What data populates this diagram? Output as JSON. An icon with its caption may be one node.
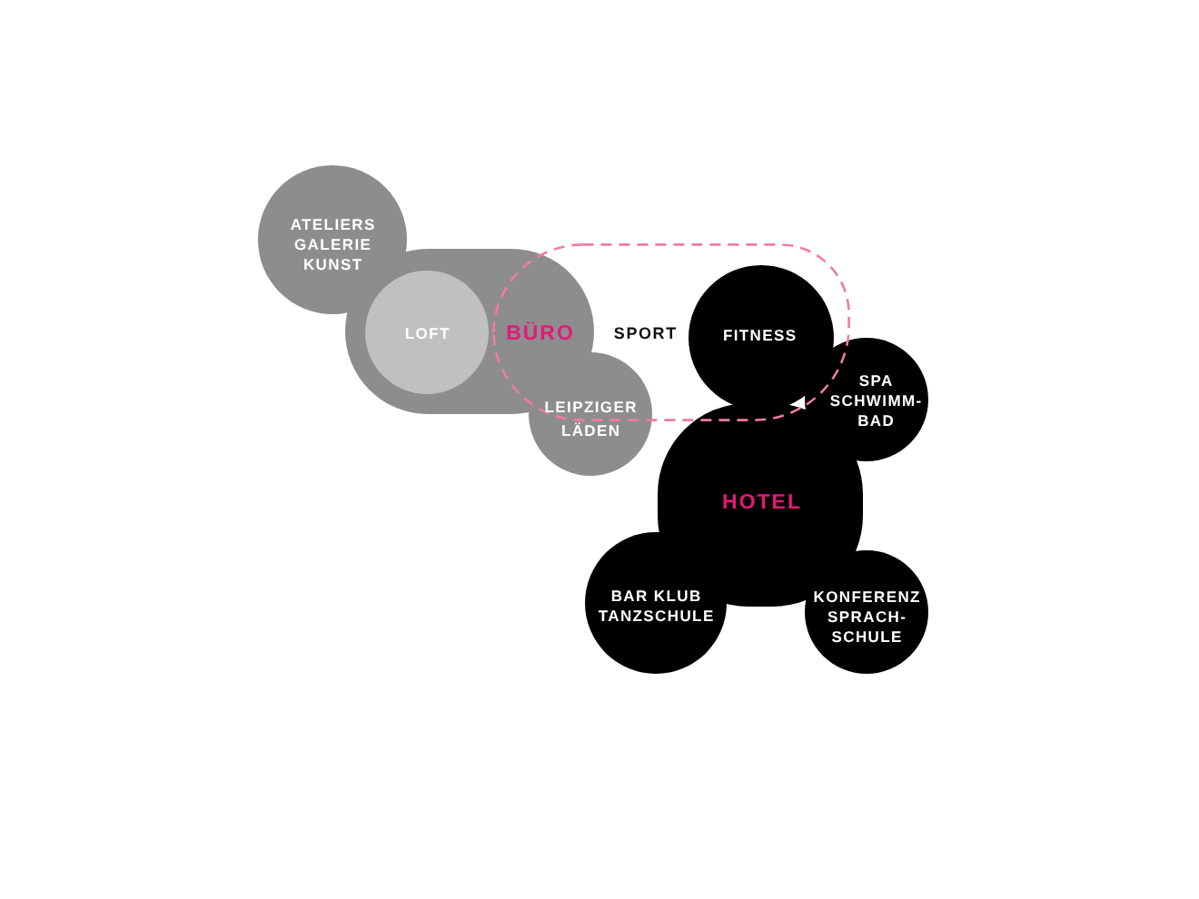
{
  "diagram": {
    "nodes": [
      {
        "text": [
          "ATELIERS GALERIE KUNST"
        ]
      },
      {
        "text": [
          "BÜRO"
        ]
      },
      {
        "text": [
          "LOFT"
        ],
        "in": 1
      },
      {
        "text": [
          "SPORT"
        ]
      },
      {
        "text": [
          "FITNESS"
        ],
        "in": 3
      },
      {
        "text": [
          "SPA SCHWIMM-BAD"
        ]
      },
      {
        "text": [
          "LEIPZIGER LÄDEN"
        ]
      },
      {
        "text": [
          "HOTEL"
        ]
      },
      {
        "text": [
          "BAR KLUB TANZSCHULE"
        ]
      },
      {
        "text": [
          "KONFERENZ SPRACH-SCHULE"
        ]
      }
    ]
  }
}
